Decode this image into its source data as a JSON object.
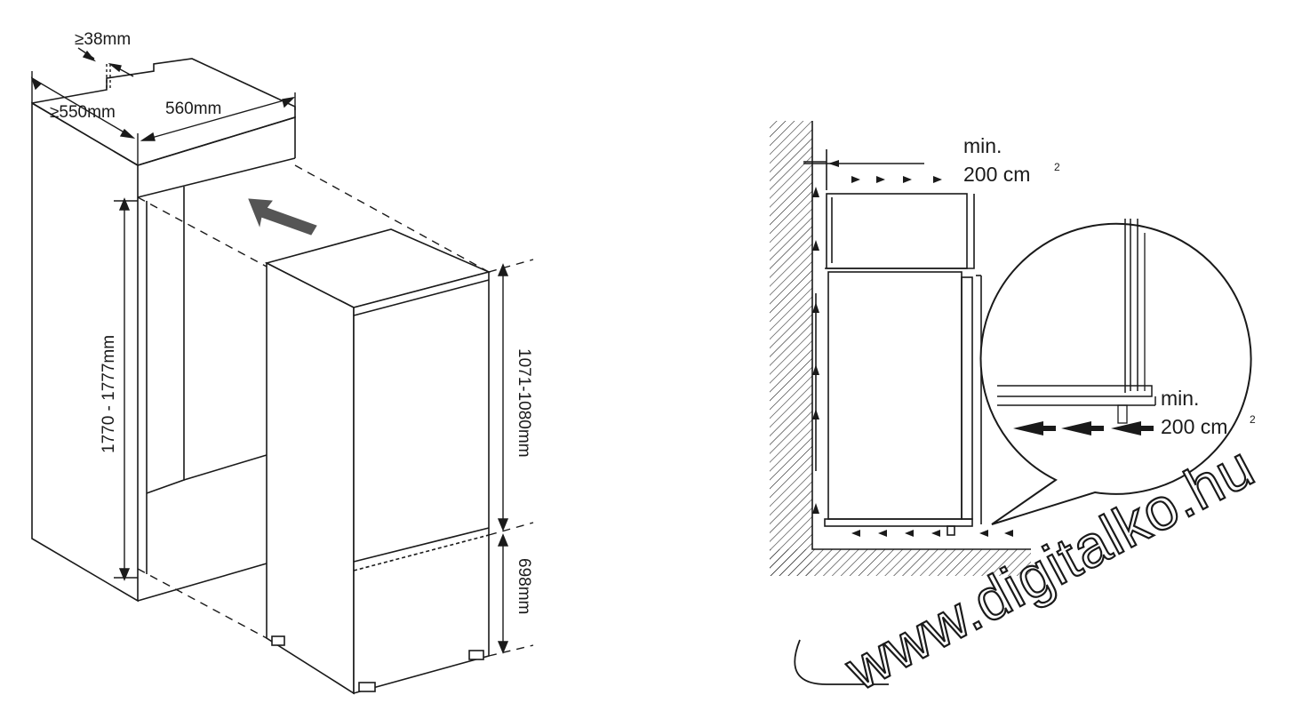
{
  "left_diagram": {
    "depth_gap": "≥38mm",
    "cabinet_depth": "≥550mm",
    "cabinet_width": "560mm",
    "niche_height": "1770 - 1777mm",
    "upper_section_height": "1071-1080mm",
    "lower_section_height": "698mm"
  },
  "right_diagram": {
    "top_vent_min": "min.",
    "top_vent_area": "200 cm",
    "top_vent_exp": "2",
    "bottom_vent_min": "min.",
    "bottom_vent_area": "200 cm",
    "bottom_vent_exp": "2"
  },
  "watermark": {
    "text": "www.digitalko.hu"
  },
  "colors": {
    "line": "#1a1a1a",
    "background": "#ffffff",
    "arrow_fill": "#555555"
  }
}
